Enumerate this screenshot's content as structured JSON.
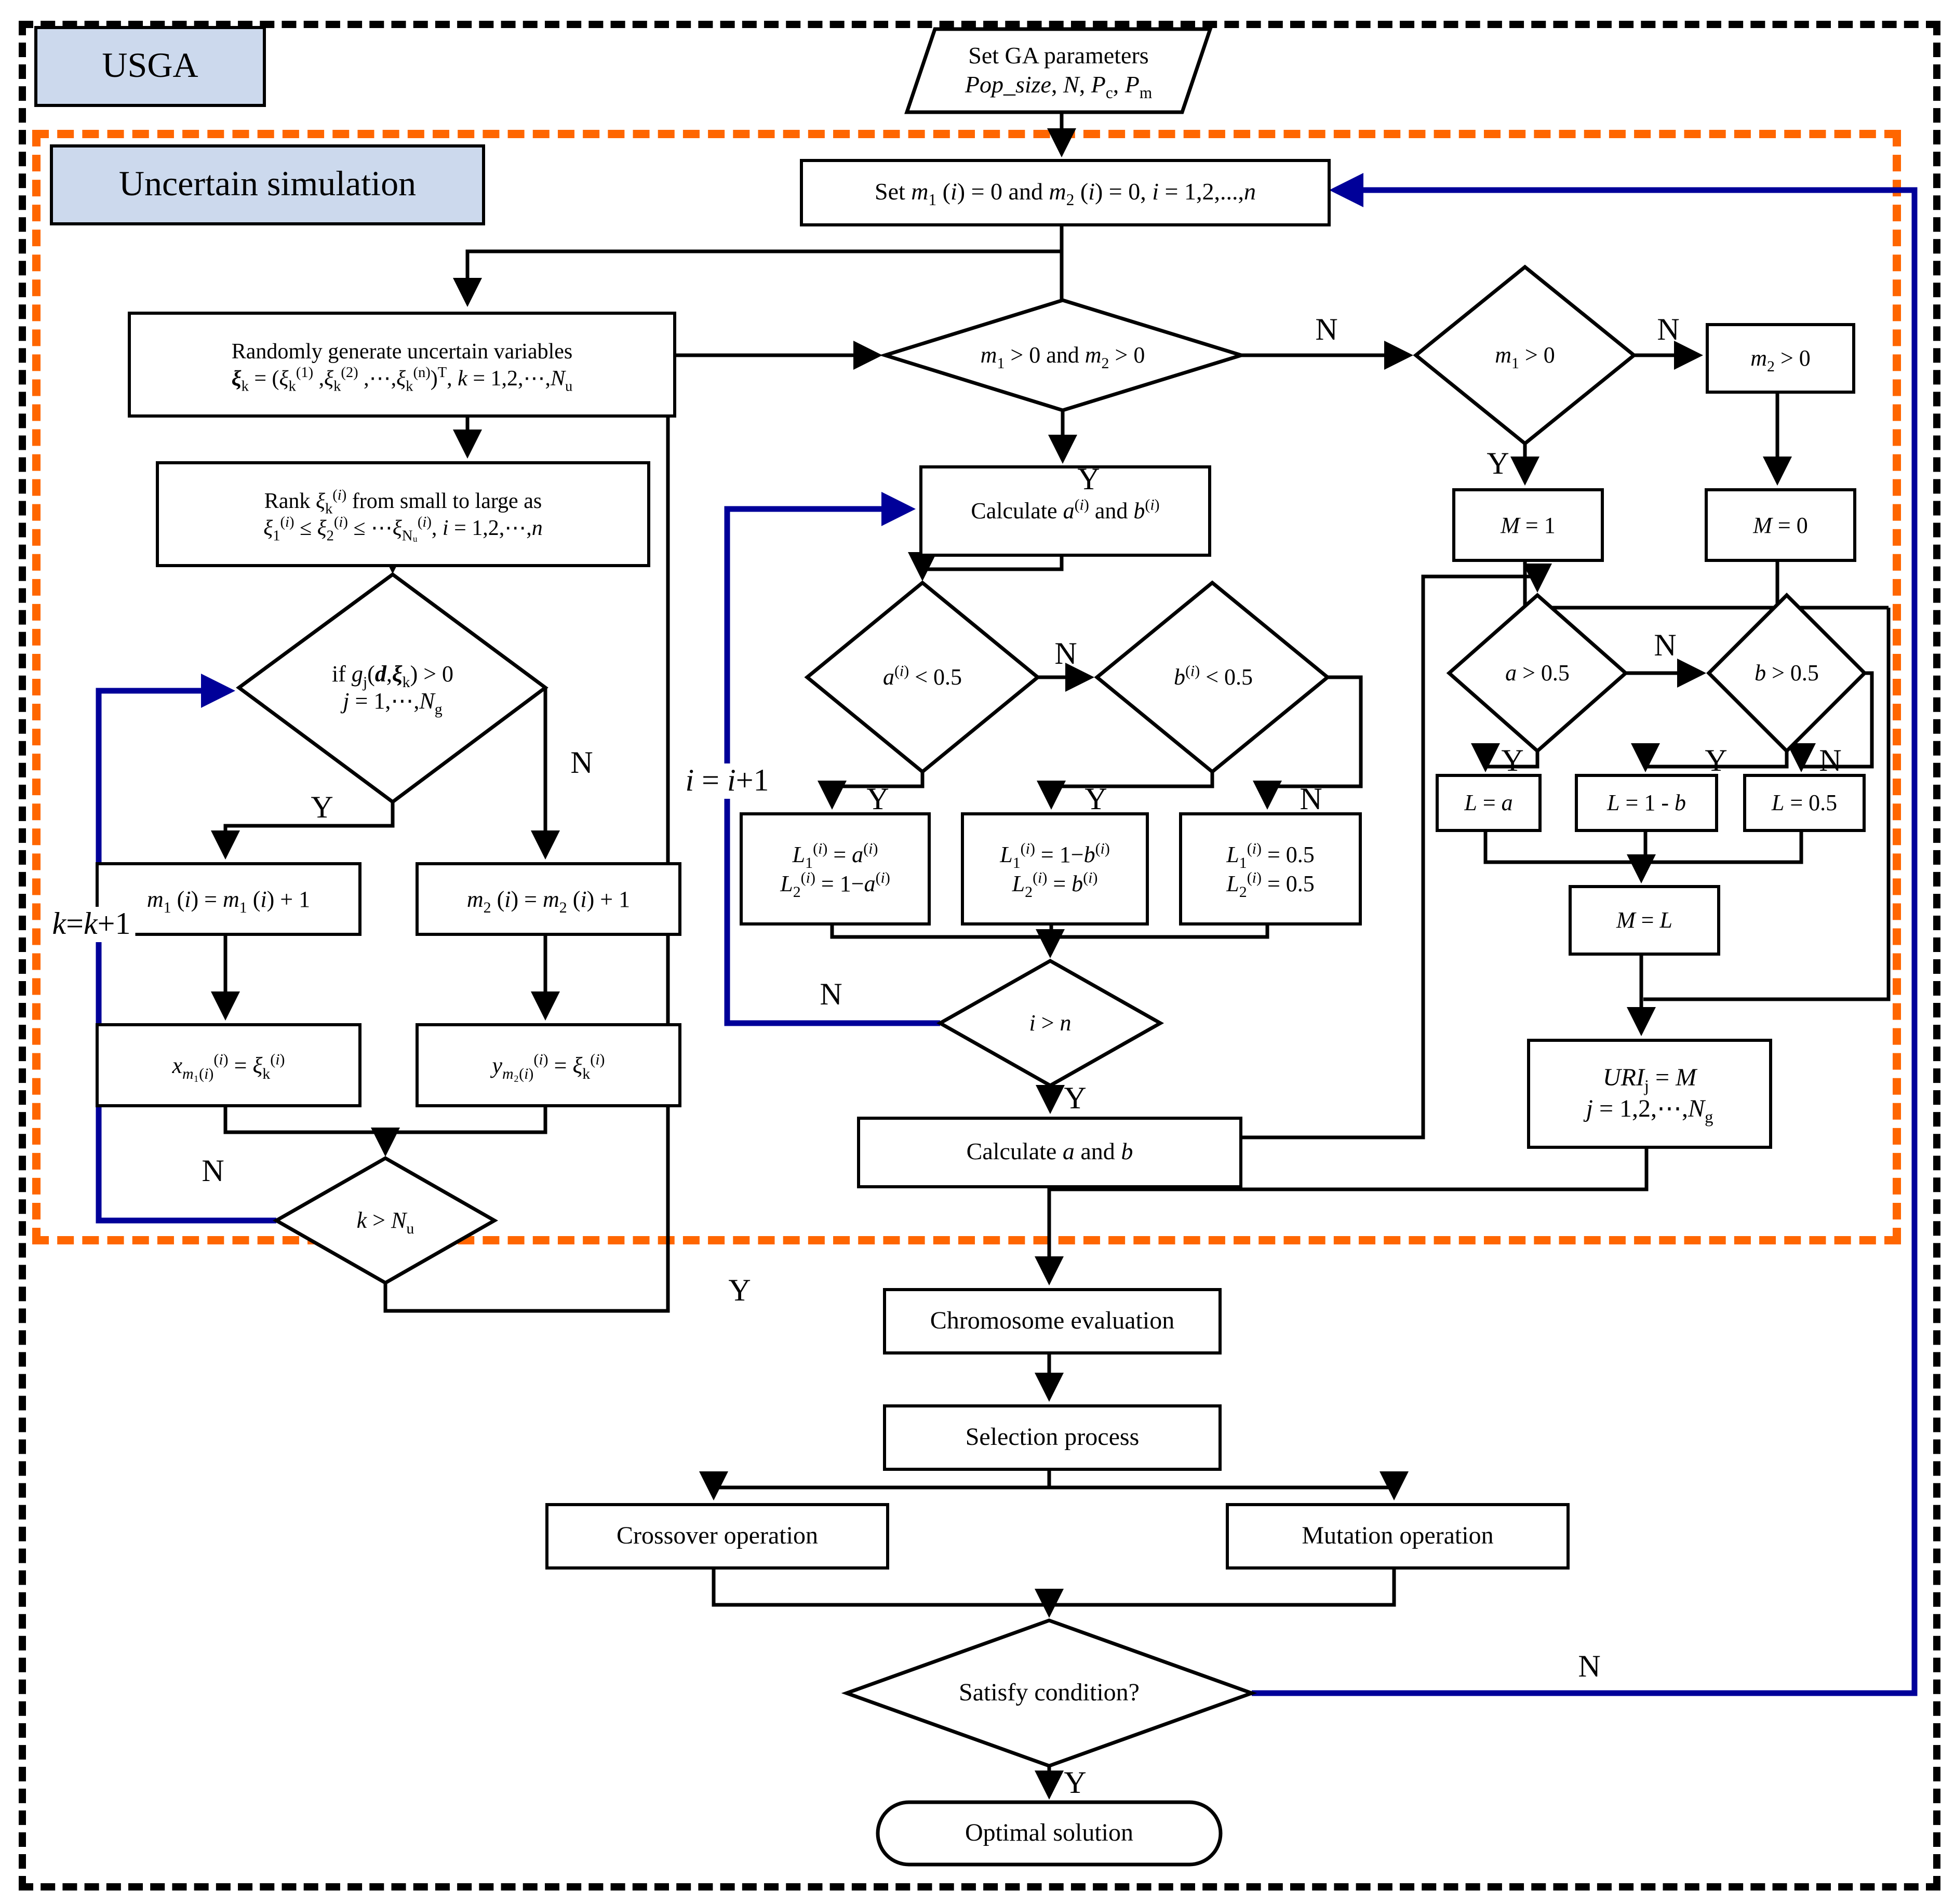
{
  "colors": {
    "outer_border": "#000000",
    "region_border": "#ff6600",
    "loop_line": "#000099",
    "node_fill": "#ffffff",
    "label_fill": "#ccd9ed"
  },
  "regions": {
    "usga": "USGA",
    "uncertain": "Uncertain simulation"
  },
  "nodes": {
    "set_ga": {
      "lines": [
        "Set GA parameters",
        "*Pop_size*, *N*, *P*_{c}, *P*_{m}"
      ]
    },
    "init_m": {
      "text": "Set *m*_{1} (*i*) = 0 and *m*_{2} (*i*) = 0, *i* = 1,2,...,*n*"
    },
    "random_gen": {
      "lines": [
        "Randomly generate uncertain variables",
        "***ξ***_{k} = (*ξ*_{k}^{(1)} ,*ξ*_{k}^{(2)} ,⋯,*ξ*_{k}^{(n)})^{T}, *k* = 1,2,⋯,*N*_{u}"
      ]
    },
    "rank": {
      "lines": [
        "Rank *ξ*_{k}^{(*i*)} from small to large as",
        "*ξ*_{1}^{(*i*)} ≤ *ξ*_{2}^{(*i*)} ≤ ⋯*ξ*_{Nᵤ}^{(*i*)},  *i* = 1,2,⋯,*n*"
      ]
    },
    "gj_check": {
      "lines": [
        "if *g*_{j}(***d***,***ξ***_{k}) > 0",
        "*j* = 1,⋯,*N*_{g}"
      ]
    },
    "m1_inc": {
      "text": "*m*_{1} (*i*) = *m*_{1} (*i*) + 1"
    },
    "m2_inc": {
      "text": "*m*_{2} (*i*) = *m*_{2} (*i*) + 1"
    },
    "x_assign": {
      "text": "*x*_{*m*₁(*i*)}^{(*i*)} = *ξ*_{k}^{(*i*)}"
    },
    "y_assign": {
      "text": "*y*_{*m*₂(*i*)}^{(*i*)} = *ξ*_{k}^{(*i*)}"
    },
    "k_check": {
      "text": "*k* > *N*_{u}"
    },
    "m1m2_check": {
      "text": "*m*_{1} > 0 and *m*_{2} > 0"
    },
    "calc_ab_i": {
      "text": "Calculate *a*^{(*i*)} and *b*^{(*i*)}"
    },
    "ai_check": {
      "text": "*a*^{(*i*)} < 0.5"
    },
    "bi_check": {
      "text": "*b*^{(*i*)} < 0.5"
    },
    "l_box1": {
      "lines": [
        "*L*_{1}^{(*i*)} = *a*^{(*i*)}",
        "*L*_{2}^{(*i*)} = 1−*a*^{(*i*)}"
      ]
    },
    "l_box2": {
      "lines": [
        "*L*_{1}^{(*i*)} = 1−*b*^{(*i*)}",
        "*L*_{2}^{(*i*)} = *b*^{(*i*)}"
      ]
    },
    "l_box3": {
      "lines": [
        "*L*_{1}^{(*i*)} = 0.5",
        "*L*_{2}^{(*i*)} = 0.5"
      ]
    },
    "i_check": {
      "text": "*i* > *n*"
    },
    "calc_ab": {
      "text": "Calculate *a* and *b*"
    },
    "m1_check": {
      "text": "*m*_{1} > 0"
    },
    "m2_check": {
      "text": "*m*_{2} > 0"
    },
    "m_one": {
      "text": "*M* =  1"
    },
    "m_zero": {
      "text": "*M* = 0"
    },
    "a_check": {
      "text": "*a* > 0.5"
    },
    "b_check": {
      "text": "*b* > 0.5"
    },
    "l_eq_a": {
      "text": "*L* = *a*"
    },
    "l_eq_1b": {
      "text": "*L* = 1 - *b*"
    },
    "l_eq_05": {
      "text": "*L* = 0.5"
    },
    "m_eq_l": {
      "text": "*M* = *L*"
    },
    "uri": {
      "lines": [
        "*URI*_{j} = *M*",
        "*j* = 1,2,⋯,*N*_{g}"
      ]
    },
    "chromosome": {
      "text": "Chromosome evaluation"
    },
    "selection": {
      "text": "Selection process"
    },
    "crossover": {
      "text": "Crossover operation"
    },
    "mutation": {
      "text": "Mutation operation"
    },
    "satisfy": {
      "text": "Satisfy condition?"
    },
    "optimal": {
      "text": "Optimal solution"
    }
  },
  "edge_labels": {
    "gj_yes": "Y",
    "gj_no": "N",
    "k_no": "N",
    "k_yes": "Y",
    "k_loop": "*k*=*k*+1",
    "m1m2_yes": "Y",
    "m1m2_no": "N",
    "ai_yes": "Y",
    "ai_no": "N",
    "bi_yes": "Y",
    "bi_no": "N",
    "i_no": "N",
    "i_yes": "Y",
    "i_loop": "*i* = *i*+1",
    "m1_yes": "Y",
    "m1_no": "N",
    "a_yes": "Y",
    "a_no": "N",
    "b_yes": "Y",
    "b_no": "N",
    "satisfy_yes": "Y",
    "satisfy_no": "N"
  }
}
